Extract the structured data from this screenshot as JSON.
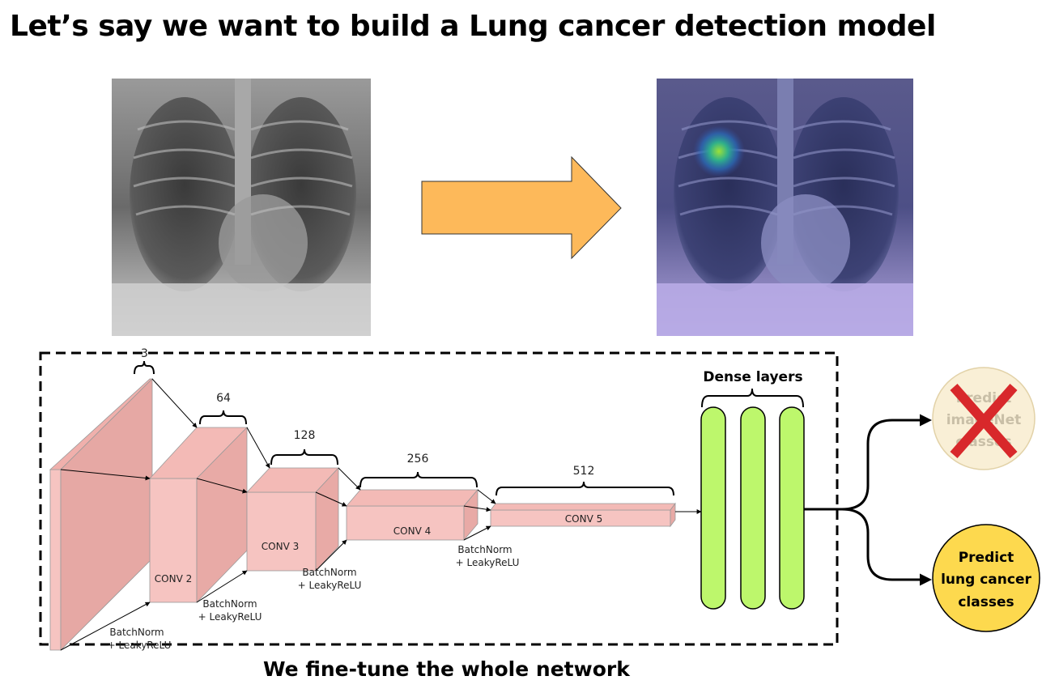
{
  "title": "Let’s say we want to build a Lung cancer detection model",
  "caption": "We fine-tune the whole network",
  "images": {
    "input": "chest x-ray",
    "output": "chest x-ray heatmap overlay"
  },
  "arrow_icon": "right-arrow-icon",
  "network": {
    "channels": [
      "3",
      "64",
      "128",
      "256",
      "512"
    ],
    "conv_labels": [
      "CONV 2",
      "CONV 3",
      "CONV 4",
      "CONV 5"
    ],
    "norm_line1": "BatchNorm",
    "norm_line2": "+ LeakyReLU",
    "dense_title": "Dense layers"
  },
  "outputs": {
    "imagenet": [
      "Predict",
      "imageNet",
      "classes"
    ],
    "lung": [
      "Predict",
      "lung cancer",
      "classes"
    ]
  },
  "colors": {
    "arrow": "#FDB95A",
    "conv": "#F6C4C1",
    "dense": "#BDF76C",
    "lung_circle": "#FDD94E",
    "imagenet_circle": "#F9EFD6",
    "cross": "#D8282B"
  }
}
